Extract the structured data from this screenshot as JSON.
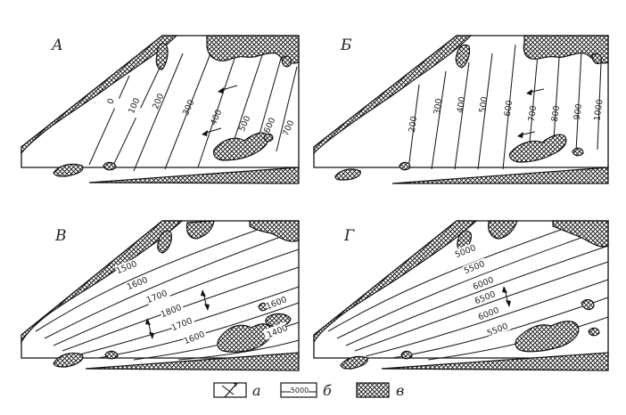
{
  "panels": [
    {
      "letter": "А",
      "labels": [
        "0",
        "100",
        "200",
        "300",
        "400",
        "500",
        "600",
        "700"
      ]
    },
    {
      "letter": "Б",
      "labels": [
        "200",
        "300",
        "400",
        "500",
        "600",
        "700",
        "800",
        "900",
        "1000"
      ]
    },
    {
      "letter": "В",
      "labels": [
        "1500",
        "1600",
        "1700",
        "1800",
        "1700",
        "1600",
        "1600",
        "1400"
      ]
    },
    {
      "letter": "Г",
      "labels": [
        "5000",
        "5500",
        "6000",
        "6500",
        "6000",
        "5500"
      ]
    }
  ],
  "legend": {
    "items": [
      {
        "letter": "а",
        "symbol": "cross"
      },
      {
        "letter": "б",
        "symbol": "contour-line",
        "sample": "5000"
      },
      {
        "letter": "в",
        "symbol": "crosshatch"
      }
    ]
  }
}
